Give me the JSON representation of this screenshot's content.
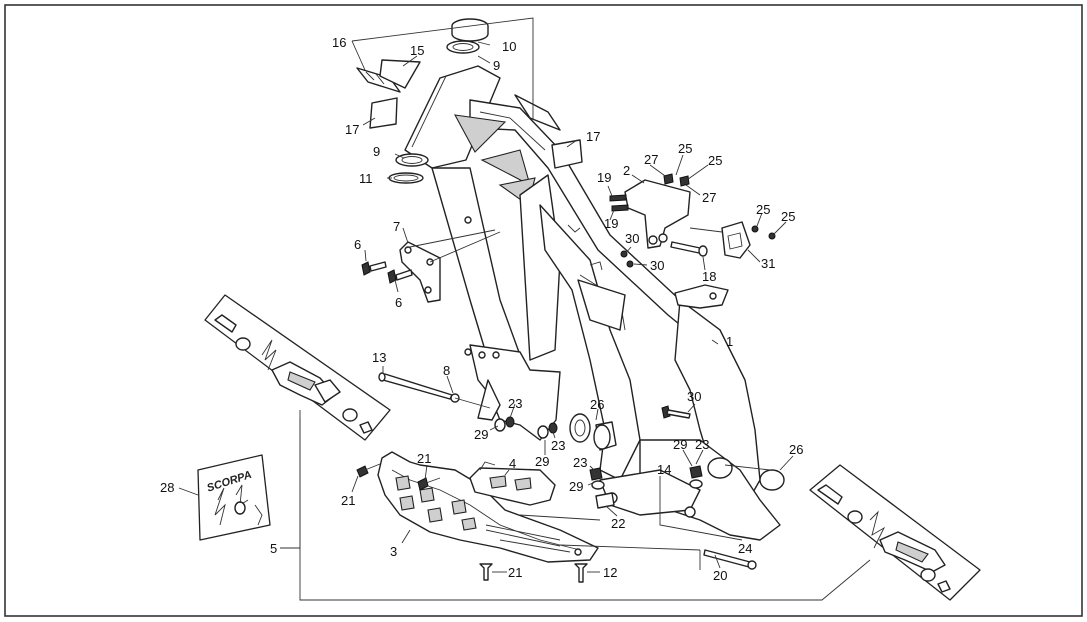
{
  "brand_text": "SCORPA",
  "callouts": [
    {
      "id": "c1",
      "text": "1"
    },
    {
      "id": "c2",
      "text": "2"
    },
    {
      "id": "c3",
      "text": "3"
    },
    {
      "id": "c4",
      "text": "4"
    },
    {
      "id": "c5",
      "text": "5"
    },
    {
      "id": "c6a",
      "text": "6"
    },
    {
      "id": "c6b",
      "text": "6"
    },
    {
      "id": "c7",
      "text": "7"
    },
    {
      "id": "c8",
      "text": "8"
    },
    {
      "id": "c9a",
      "text": "9"
    },
    {
      "id": "c9b",
      "text": "9"
    },
    {
      "id": "c10",
      "text": "10"
    },
    {
      "id": "c11",
      "text": "11"
    },
    {
      "id": "c12",
      "text": "12"
    },
    {
      "id": "c13",
      "text": "13"
    },
    {
      "id": "c14",
      "text": "14"
    },
    {
      "id": "c15",
      "text": "15"
    },
    {
      "id": "c16",
      "text": "16"
    },
    {
      "id": "c17a",
      "text": "17"
    },
    {
      "id": "c17b",
      "text": "17"
    },
    {
      "id": "c18",
      "text": "18"
    },
    {
      "id": "c19a",
      "text": "19"
    },
    {
      "id": "c19b",
      "text": "19"
    },
    {
      "id": "c20",
      "text": "20"
    },
    {
      "id": "c21a",
      "text": "21"
    },
    {
      "id": "c21b",
      "text": "21"
    },
    {
      "id": "c21c",
      "text": "21"
    },
    {
      "id": "c22",
      "text": "22"
    },
    {
      "id": "c23a",
      "text": "23"
    },
    {
      "id": "c23b",
      "text": "23"
    },
    {
      "id": "c23c",
      "text": "23"
    },
    {
      "id": "c23d",
      "text": "23"
    },
    {
      "id": "c24",
      "text": "24"
    },
    {
      "id": "c25a",
      "text": "25"
    },
    {
      "id": "c25b",
      "text": "25"
    },
    {
      "id": "c25c",
      "text": "25"
    },
    {
      "id": "c25d",
      "text": "25"
    },
    {
      "id": "c26a",
      "text": "26"
    },
    {
      "id": "c26b",
      "text": "26"
    },
    {
      "id": "c27a",
      "text": "27"
    },
    {
      "id": "c27b",
      "text": "27"
    },
    {
      "id": "c28",
      "text": "28"
    },
    {
      "id": "c29a",
      "text": "29"
    },
    {
      "id": "c29b",
      "text": "29"
    },
    {
      "id": "c29c",
      "text": "29"
    },
    {
      "id": "c29d",
      "text": "29"
    },
    {
      "id": "c30a",
      "text": "30"
    },
    {
      "id": "c30b",
      "text": "30"
    },
    {
      "id": "c30c",
      "text": "30"
    },
    {
      "id": "c31",
      "text": "31"
    }
  ]
}
